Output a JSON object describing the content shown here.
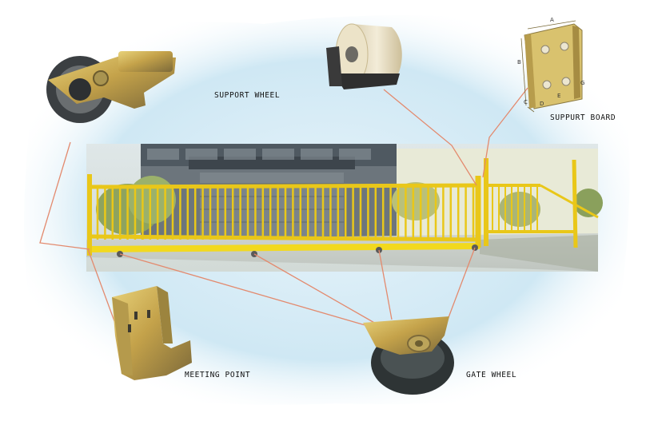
{
  "labels": {
    "support_wheel": "SUPPORT WHEEL",
    "support_board": "SUPPURT BOARD",
    "meeting_point": "MEETING POINT",
    "gate_wheel": "GATE WHEEL"
  },
  "board_dimension_letters": [
    "A",
    "B",
    "C",
    "D",
    "E",
    "G"
  ],
  "colors": {
    "background_glow": "#cfe8f4",
    "fence": "#f2d91e",
    "leader_line": "#e38a6e",
    "building": "#56606a",
    "hardware": "#c9a648"
  }
}
